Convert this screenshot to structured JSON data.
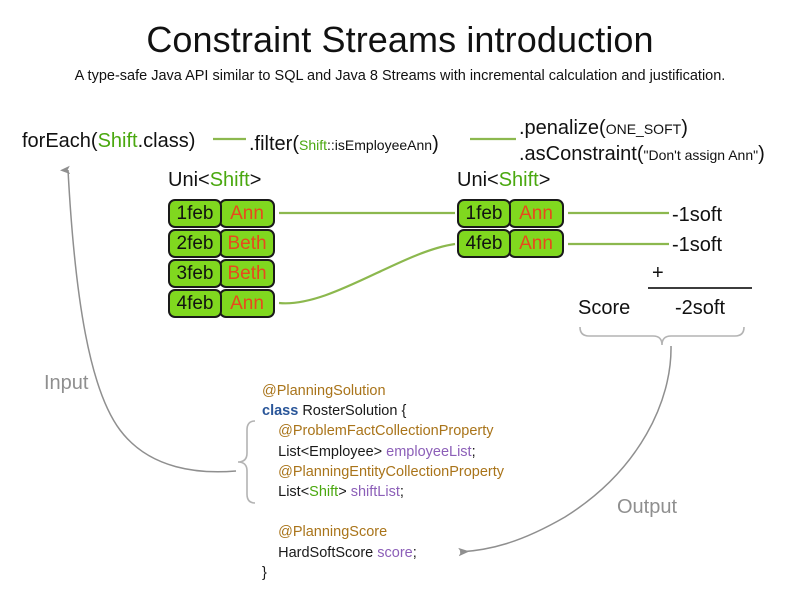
{
  "header": {
    "title": "Constraint Streams introduction",
    "subtitle": "A type-safe Java API similar to SQL and Java 8 Streams with incremental calculation and justification."
  },
  "expression": {
    "for_each": {
      "call": "forEach(",
      "type": "Shift",
      "tail": ".class)"
    },
    "filter": {
      "call": ".filter(",
      "arg_type": "Shift",
      "arg_tail": "::isEmployeeAnn",
      "close": ")"
    },
    "penalize": {
      "call": ".penalize(",
      "arg": "ONE_SOFT",
      "close": ")"
    },
    "as_constraint": {
      "call": ".asConstraint(",
      "arg": "\"Don't assign Ann\"",
      "close": ")"
    }
  },
  "streams": [
    {
      "caption_prefix": "Uni<",
      "caption_type": "Shift",
      "caption_suffix": ">",
      "tuples": [
        {
          "date": "1feb",
          "employee": "Ann"
        },
        {
          "date": "2feb",
          "employee": "Beth"
        },
        {
          "date": "3feb",
          "employee": "Beth"
        },
        {
          "date": "4feb",
          "employee": "Ann"
        }
      ]
    },
    {
      "caption_prefix": "Uni<",
      "caption_type": "Shift",
      "caption_suffix": ">",
      "tuples": [
        {
          "date": "1feb",
          "employee": "Ann"
        },
        {
          "date": "4feb",
          "employee": "Ann"
        }
      ]
    }
  ],
  "score": {
    "impacts": [
      "-1soft",
      "-1soft"
    ],
    "operator": "+",
    "label": "Score",
    "total": "-2soft"
  },
  "flow": {
    "input_label": "Input",
    "output_label": "Output"
  },
  "code": {
    "lines": [
      {
        "indent": 1,
        "parts": [
          {
            "t": "@PlanningSolution",
            "c": "anno"
          }
        ]
      },
      {
        "indent": 1,
        "parts": [
          {
            "t": "class",
            "c": "kw"
          },
          {
            "t": " RosterSolution {",
            "c": "plain"
          }
        ]
      },
      {
        "indent": 2,
        "parts": [
          {
            "t": "@ProblemFactCollectionProperty",
            "c": "anno"
          }
        ]
      },
      {
        "indent": 2,
        "parts": [
          {
            "t": "List<Employee> ",
            "c": "plain"
          },
          {
            "t": "employeeList",
            "c": "field"
          },
          {
            "t": ";",
            "c": "plain"
          }
        ]
      },
      {
        "indent": 2,
        "parts": [
          {
            "t": "@PlanningEntityCollectionProperty",
            "c": "anno"
          }
        ]
      },
      {
        "indent": 2,
        "parts": [
          {
            "t": "List<",
            "c": "plain"
          },
          {
            "t": "Shift",
            "c": "typeg"
          },
          {
            "t": "> ",
            "c": "plain"
          },
          {
            "t": "shiftList",
            "c": "field"
          },
          {
            "t": ";",
            "c": "plain"
          }
        ]
      },
      {
        "indent": 0,
        "parts": []
      },
      {
        "indent": 2,
        "parts": [
          {
            "t": "@PlanningScore",
            "c": "anno"
          }
        ]
      },
      {
        "indent": 2,
        "parts": [
          {
            "t": "HardSoftScore ",
            "c": "plain"
          },
          {
            "t": "score",
            "c": "field"
          },
          {
            "t": ";",
            "c": "plain"
          }
        ]
      },
      {
        "indent": 1,
        "parts": [
          {
            "t": "}",
            "c": "plain"
          }
        ]
      }
    ]
  },
  "colors": {
    "tuple_fill": "#80d81f",
    "tuple_border": "#1a1a1a",
    "employee_text": "#e8491d",
    "type_green": "#4aa80f",
    "connector_green": "#8cb84e",
    "annotation_brown": "#a9741a",
    "keyword_blue": "#2a5699",
    "field_purple": "#8c5fb8",
    "flow_gray": "#8f8f8f"
  }
}
